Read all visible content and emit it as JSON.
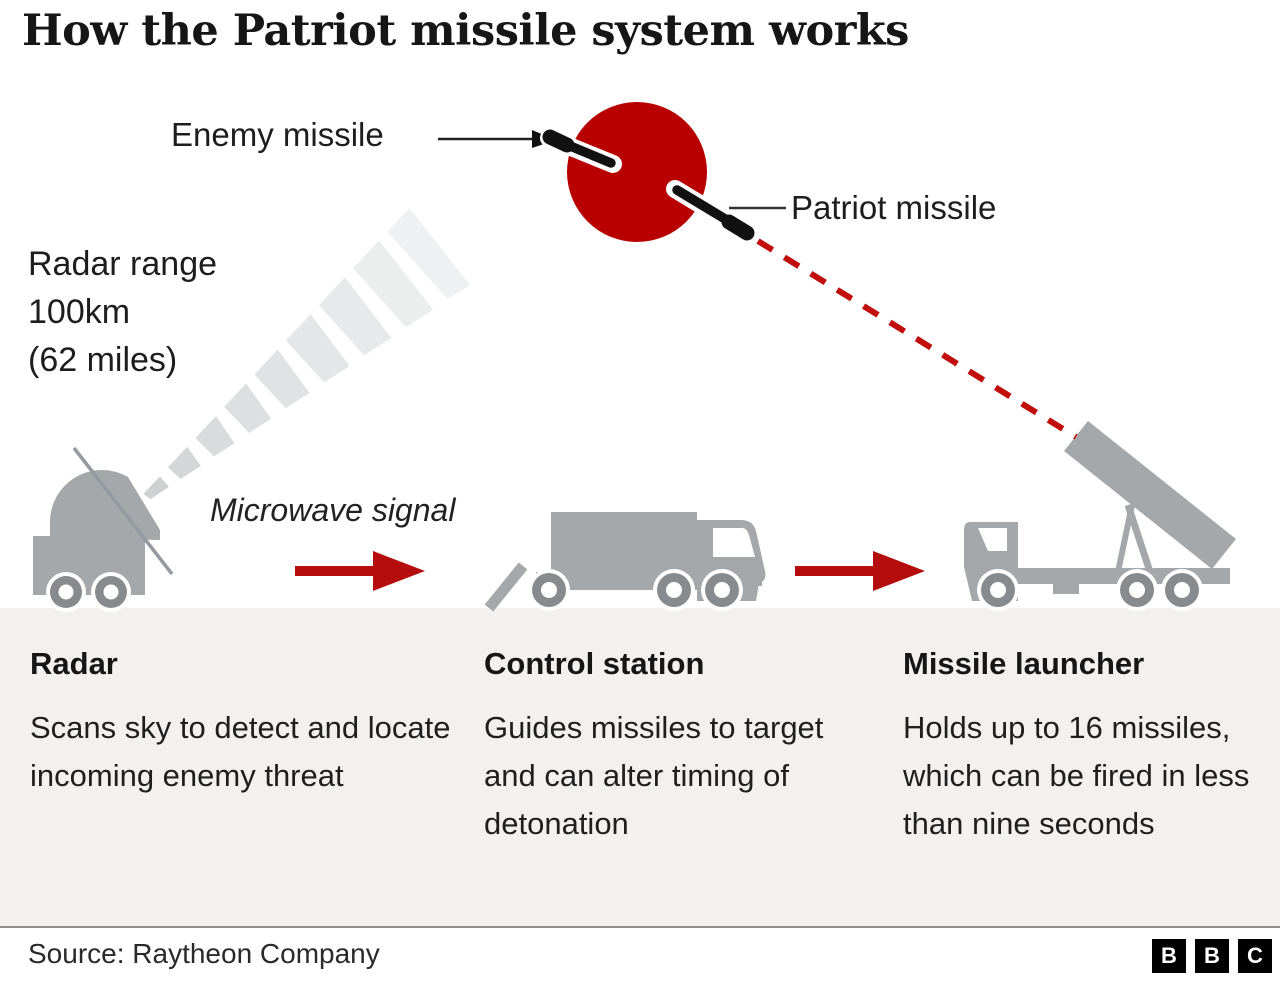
{
  "header": {
    "title": "How the Patriot missile system works"
  },
  "diagram": {
    "labels": {
      "enemy_missile": "Enemy missile",
      "patriot_missile": "Patriot missile",
      "radar_range": "Radar range\n100km\n(62 miles)",
      "microwave_signal": "Microwave signal"
    },
    "icons": [
      "radar-truck-icon",
      "radar-beam-icon",
      "control-station-truck-icon",
      "missile-launcher-truck-icon",
      "explosion-icon",
      "enemy-missile-icon",
      "patriot-missile-icon",
      "red-arrow-icon"
    ],
    "colors": {
      "explosion_red": "#b80000",
      "arrow_red": "#b50d0d",
      "trajectory_red": "#c20d0d",
      "vehicle_gray": "#a5a8ab",
      "wheel_gray": "#888b8e",
      "beam_gray": "#c3c6c8",
      "panel_bg": "#f2f1f0",
      "text_dark": "#1d1d1d"
    }
  },
  "panel": {
    "columns": [
      {
        "heading": "Radar",
        "body": "Scans sky to detect and locate incoming enemy threat"
      },
      {
        "heading": "Control station",
        "body": "Guides missiles to target and can alter timing of detonation"
      },
      {
        "heading": "Missile launcher",
        "body": "Holds up to 16 missiles, which can be fired in less than nine seconds"
      }
    ]
  },
  "footer": {
    "source": "Source: Raytheon Company",
    "logo_letters": [
      "B",
      "B",
      "C"
    ]
  }
}
